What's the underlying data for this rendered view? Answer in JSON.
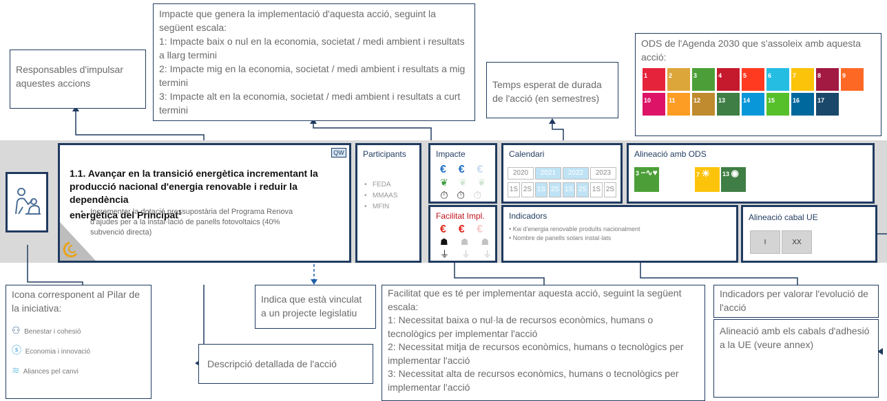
{
  "callouts": {
    "impact": [
      "Impacte que genera la implementació d'aquesta acció, seguint la",
      "següent escala:",
      "1: Impacte baix o nul en la economia, societat / medi ambient i resultats",
      "a llarg termini",
      "2: Impacte mig en la economia, societat / medi ambient i resultats a mig",
      "termini",
      "3: Impacte alt en la economia, societat / medi ambient i resultats a curt",
      "termini"
    ],
    "responsables": [
      "Responsables d'impulsar",
      "aquestes accions"
    ],
    "temps": [
      "Temps esperat de durada",
      "de l'acció (en semestres)"
    ],
    "ods_agenda": [
      "ODS de l'Agenda 2030 que s'assoleix amb aquesta",
      "acció:"
    ],
    "icona": [
      "Icona corresponent al Pilar de",
      "la iniciativa:"
    ],
    "indica": [
      "Indica que està vinculat",
      "a un projecte legislatiu"
    ],
    "descripcio": [
      "Descripció detallada de l'acció"
    ],
    "facilitat": [
      "Facilitat que es té per implementar aquesta acció, seguint la següent",
      "escala:",
      "1: Necessitat baixa o nul·la de recursos econòmics, humans o",
      "tecnològics per implementar l'acció",
      "2: Necessitat mitja de recursos econòmics, humans o tecnològics per",
      "implementar l'acció",
      "3: Necessitat alta de recursos econòmics, humans o tecnològics per",
      "implementar l'acció"
    ],
    "indicadors_valorar": [
      "Indicadors per valorar l'evolució de",
      "l'acció"
    ],
    "alineacio_cabals": [
      "Alineació amb els cabals d'adhesió",
      "a la UE (veure annex)"
    ]
  },
  "pillars": [
    {
      "label": "Benestar i cohesió",
      "icon": "people-icon"
    },
    {
      "label": "Economia i innovació",
      "icon": "dollar-icon"
    },
    {
      "label": "Aliances pel canvi",
      "icon": "handshake-icon"
    }
  ],
  "action": {
    "badge": "QW",
    "title": [
      "1.1. Avançar en la transició energètica incrementant la",
      "producció nacional d'energia renovable i reduir la dependència",
      "energètica del Principat"
    ],
    "footnote": "1",
    "bullet_lines": [
      "Incrementar la dotació pressupostària del Programa Renova",
      "d'ajudes per a la instal·lació de panells fotovoltaics (40%",
      "subvenció directa)"
    ]
  },
  "participants": {
    "title": "Participants",
    "items": [
      "FEDA",
      "MMAAS",
      "MFIN"
    ]
  },
  "impacte": {
    "title": "Impacte",
    "level": 2,
    "max": 3
  },
  "facilitat": {
    "title": "Facilitat Impl.",
    "level": 2,
    "max": 3
  },
  "calendari": {
    "title": "Calendari",
    "years": [
      "2020",
      "2021",
      "2022",
      "2023"
    ],
    "semesters": [
      "1S",
      "2S",
      "1S",
      "2S",
      "1S",
      "2S",
      "1S",
      "2S"
    ],
    "active_years": [
      1,
      2
    ]
  },
  "ods_panel": {
    "title": "Alineació amb ODS",
    "goals": [
      3,
      7,
      13
    ]
  },
  "indicadors": {
    "title": "Indicadors",
    "items": [
      "Kw d'energia renovable produïts nacionalment",
      "Nombre de panells solars instal·lats"
    ]
  },
  "cabal": {
    "title": "Alineació cabal UE",
    "values": [
      "I",
      "XX"
    ]
  },
  "sdg_colors": {
    "1": "#e5243b",
    "2": "#dda63a",
    "3": "#4c9f38",
    "4": "#c5192d",
    "5": "#ff3a21",
    "6": "#26bde2",
    "7": "#fcc30b",
    "8": "#a21942",
    "9": "#fd6925",
    "10": "#dd1367",
    "11": "#fd9d24",
    "12": "#bf8b2e",
    "13": "#3f7e44",
    "14": "#0a97d9",
    "15": "#56c02b",
    "16": "#00689d",
    "17": "#19486a"
  }
}
